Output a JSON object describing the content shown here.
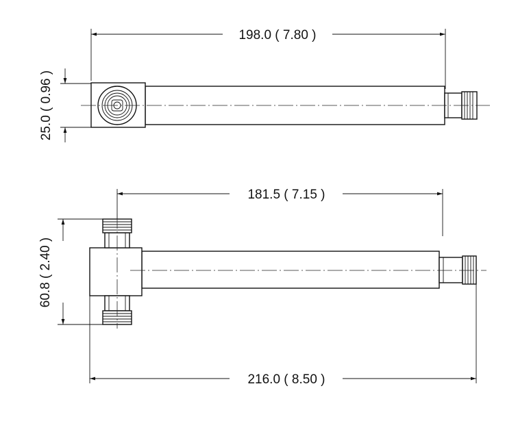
{
  "dimensions": {
    "top_length": "198.0 ( 7.80 )",
    "top_height": "25.0 ( 0.96 )",
    "bottom_offset": "181.5 ( 7.15 )",
    "bottom_height": "60.8 ( 2.40 )",
    "bottom_length": "216.0 ( 8.50 )"
  },
  "colors": {
    "line": "#111111",
    "background": "#ffffff"
  }
}
